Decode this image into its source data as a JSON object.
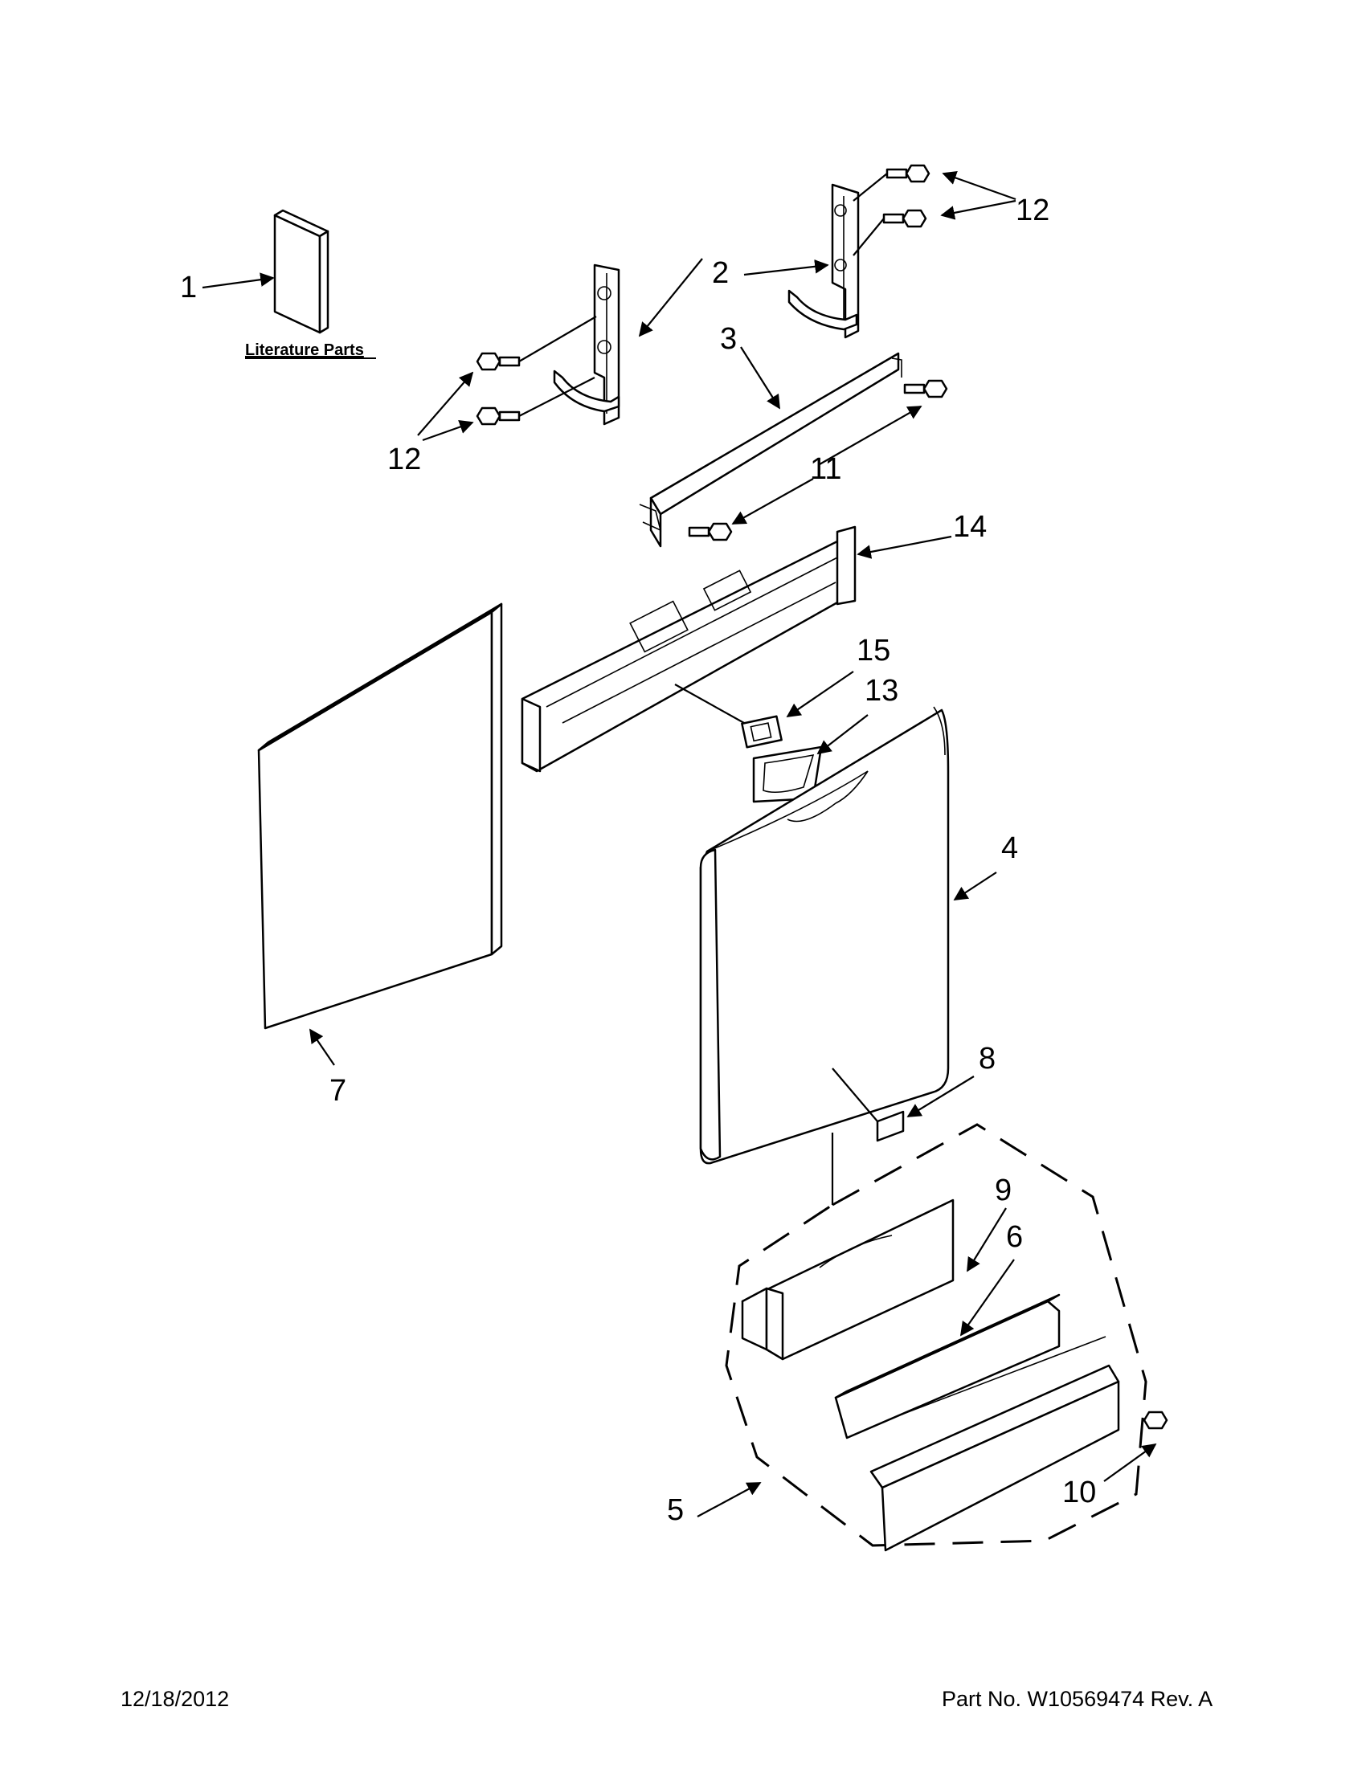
{
  "callouts": {
    "c1": "1",
    "c2": "2",
    "c3": "3",
    "c4": "4",
    "c5": "5",
    "c6": "6",
    "c7": "7",
    "c8": "8",
    "c9": "9",
    "c10": "10",
    "c11": "11",
    "c12a": "12",
    "c12b": "12",
    "c13": "13",
    "c14": "14",
    "c15": "15"
  },
  "literature_label": "Literature Parts",
  "footer": {
    "date": "12/18/2012",
    "part_number": "Part No.  W10569474  Rev.  A"
  }
}
